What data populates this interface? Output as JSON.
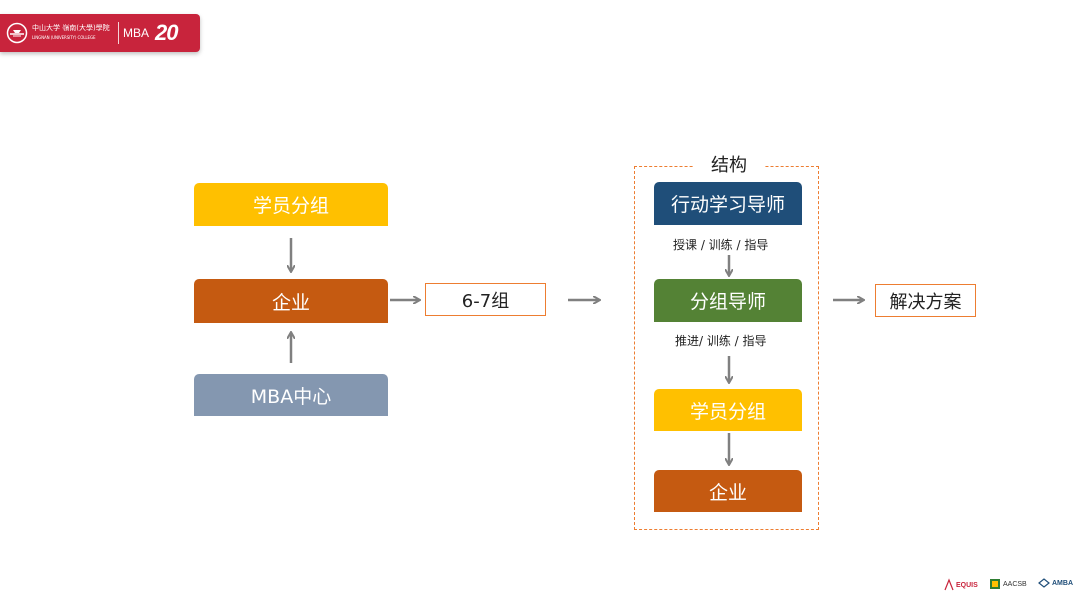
{
  "logo": {
    "cn_text": "中山大学 嶺南(大學)學院",
    "en_text": "LINGNAN (UNIVERSITY) COLLEGE",
    "mba_text": "MBA",
    "anniv_text": "20"
  },
  "left_column": {
    "top_box": "学员分组",
    "middle_box": "企业",
    "bottom_box": "MBA中心"
  },
  "group_box": "6-7组",
  "structure": {
    "title": "结构",
    "box1": "行动学习导师",
    "label1": "授课 / 训练 / 指导",
    "box2": "分组导师",
    "label2": "推进/ 训练 / 指导",
    "box3": "学员分组",
    "box4": "企业"
  },
  "solution_box": "解决方案",
  "accreditations": {
    "equis": "EQUIS",
    "aacsb": "AACSB",
    "amba": "AMBA"
  },
  "colors": {
    "yellow": "#ffc000",
    "orange": "#c55a11",
    "grayblue": "#8497b0",
    "navy": "#1f4e79",
    "green": "#548235",
    "outline": "#ed7d31",
    "arrow": "#808080",
    "brand_red": "#c8243c"
  }
}
